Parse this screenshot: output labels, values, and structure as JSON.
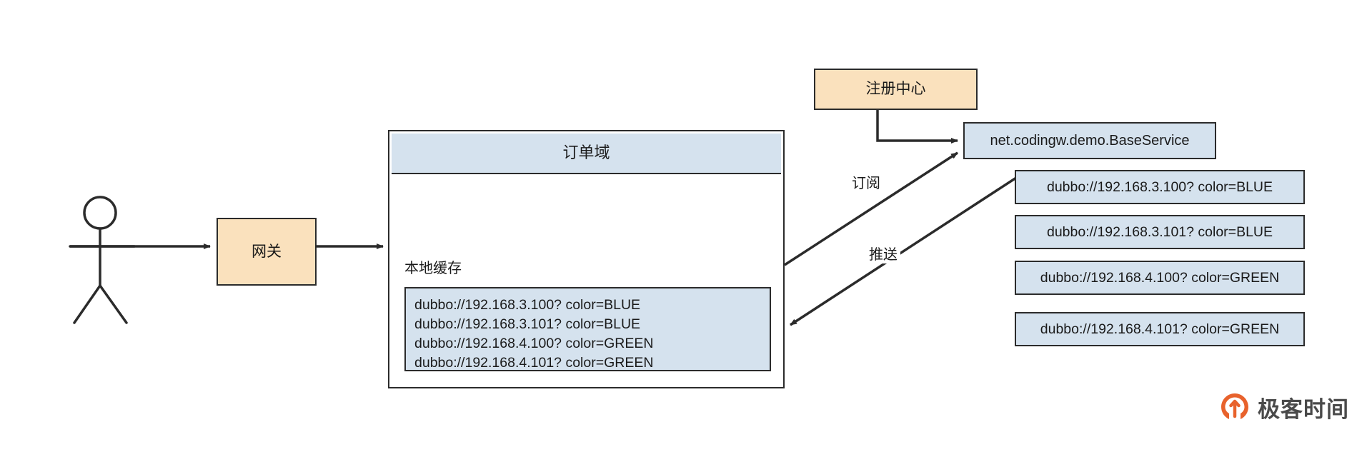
{
  "diagram": {
    "title": "Dubbo service discovery with local cache",
    "colors": {
      "orange_fill": "#fae1bd",
      "blue_fill": "#d5e2ee",
      "stroke": "#2b2b2b",
      "background": "#ffffff",
      "brand_orange": "#e8622c",
      "brand_text": "#4a4a4a"
    },
    "nodes": {
      "actor": {
        "name": "actor",
        "label": ""
      },
      "gateway": {
        "label": "网关"
      },
      "registry_center": {
        "label": "注册中心"
      },
      "base_service": {
        "label": "net.codingw.demo.BaseService"
      },
      "order_domain": {
        "header": "订单域",
        "local_cache_label": "本地缓存",
        "local_cache_entries": [
          "dubbo://192.168.3.100?  color=BLUE",
          "dubbo://192.168.3.101?  color=BLUE",
          "dubbo://192.168.4.100?  color=GREEN",
          "dubbo://192.168.4.101?  color=GREEN"
        ]
      }
    },
    "provider_urls": [
      "dubbo://192.168.3.100?  color=BLUE",
      "dubbo://192.168.3.101?  color=BLUE",
      "dubbo://192.168.4.100?  color=GREEN",
      "dubbo://192.168.4.101?  color=GREEN"
    ],
    "edges": [
      {
        "from": "actor",
        "to": "gateway",
        "label": ""
      },
      {
        "from": "gateway",
        "to": "order_domain",
        "label": ""
      },
      {
        "from": "registry_center",
        "to": "base_service",
        "label": ""
      },
      {
        "from": "order_domain",
        "to": "base_service",
        "label": "订阅"
      },
      {
        "from": "provider_urls",
        "to": "order_domain",
        "label": "推送"
      }
    ],
    "edge_labels": {
      "subscribe": "订阅",
      "push": "推送"
    },
    "brand": {
      "text": "极客时间"
    }
  }
}
